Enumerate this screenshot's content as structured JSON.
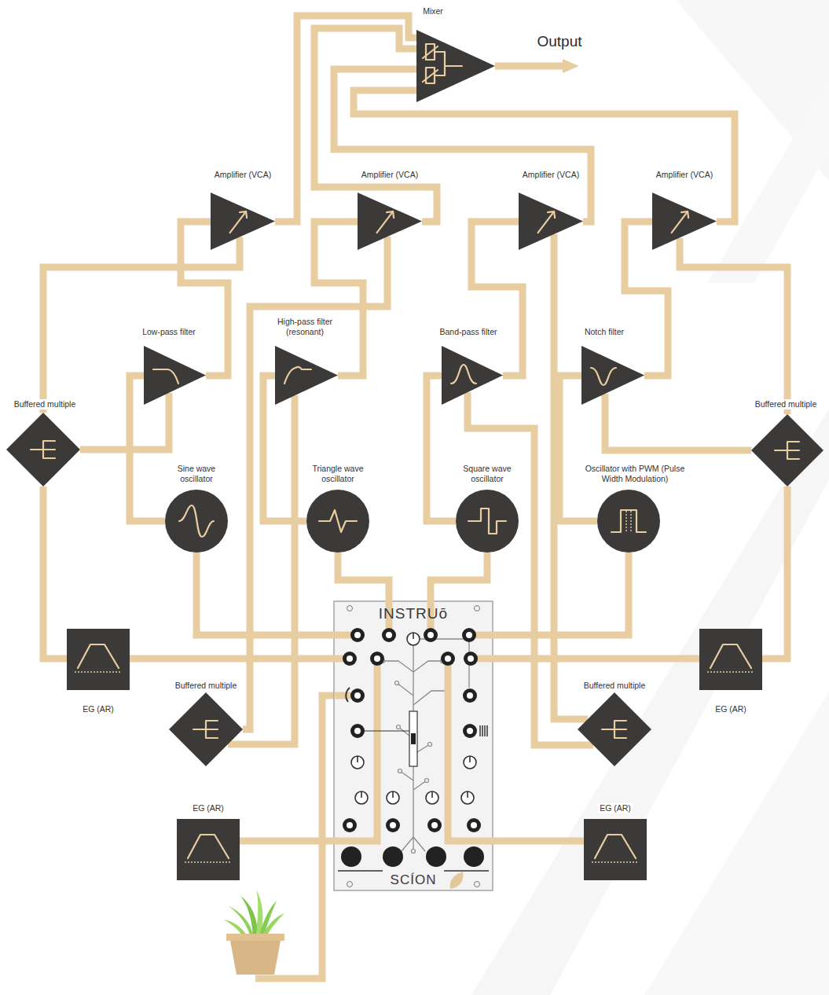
{
  "diagram": {
    "nodes": [
      {
        "text": [
          "Mixer"
        ]
      },
      {
        "text": [
          "Amplifier (VCA)"
        ]
      },
      {
        "text": [
          "Amplifier (VCA)"
        ]
      },
      {
        "text": [
          "Amplifier (VCA)"
        ]
      },
      {
        "text": [
          "Amplifier (VCA)"
        ]
      },
      {
        "text": [
          "Low-pass filter"
        ]
      },
      {
        "text": [
          "High-pass filter (resonant)"
        ]
      },
      {
        "text": [
          "Band-pass filter"
        ]
      },
      {
        "text": [
          "Notch filter"
        ]
      },
      {
        "text": [
          "Buffered multiple"
        ]
      },
      {
        "text": [
          "Buffered multiple"
        ]
      },
      {
        "text": [
          "Sine wave oscillator"
        ]
      },
      {
        "text": [
          "Triangle wave oscillator"
        ]
      },
      {
        "text": [
          "Square wave oscillator"
        ]
      },
      {
        "text": [
          "Oscillator with PWM (Pulse Width Modulation)"
        ]
      },
      {
        "text": [
          "INSTRUō",
          "SCÍON"
        ]
      },
      {
        "text": [
          "EG (AR)"
        ]
      },
      {
        "text": [
          "EG (AR)"
        ]
      },
      {
        "text": [
          "Buffered multiple"
        ]
      },
      {
        "text": [
          "Buffered multiple"
        ]
      },
      {
        "text": [
          "EG (AR)"
        ]
      },
      {
        "text": [
          "EG (AR)"
        ]
      }
    ],
    "edges": [
      {
        "from": 1,
        "to": 0,
        "arrow": "none"
      },
      {
        "from": 2,
        "to": 0,
        "arrow": "none"
      },
      {
        "from": 3,
        "to": 0,
        "arrow": "none"
      },
      {
        "from": 4,
        "to": 0,
        "arrow": "none"
      },
      {
        "from": 5,
        "to": 1,
        "arrow": "none"
      },
      {
        "from": 6,
        "to": 2,
        "arrow": "none"
      },
      {
        "from": 7,
        "to": 3,
        "arrow": "none"
      },
      {
        "from": 8,
        "to": 4,
        "arrow": "none"
      },
      {
        "from": 11,
        "to": 5,
        "arrow": "none"
      },
      {
        "from": 12,
        "to": 6,
        "arrow": "none"
      },
      {
        "from": 13,
        "to": 7,
        "arrow": "none"
      },
      {
        "from": 14,
        "to": 8,
        "arrow": "none"
      },
      {
        "from": 11,
        "to": 15,
        "arrow": "none"
      },
      {
        "from": 12,
        "to": 15,
        "arrow": "none"
      },
      {
        "from": 13,
        "to": 15,
        "arrow": "none"
      },
      {
        "from": 14,
        "to": 15,
        "arrow": "none"
      },
      {
        "from": 15,
        "to": 16,
        "arrow": "none"
      },
      {
        "from": 16,
        "to": 9,
        "arrow": "none"
      },
      {
        "from": 9,
        "to": 5,
        "arrow": "none"
      },
      {
        "from": 9,
        "to": 1,
        "arrow": "none"
      },
      {
        "from": 15,
        "to": 17,
        "arrow": "none"
      },
      {
        "from": 17,
        "to": 10,
        "arrow": "none"
      },
      {
        "from": 10,
        "to": 8,
        "arrow": "none"
      },
      {
        "from": 10,
        "to": 4,
        "arrow": "none"
      },
      {
        "from": 15,
        "to": 20,
        "arrow": "none"
      },
      {
        "from": 18,
        "to": 6,
        "arrow": "none"
      },
      {
        "from": 18,
        "to": 2,
        "arrow": "none"
      },
      {
        "from": 15,
        "to": 21,
        "arrow": "none"
      },
      {
        "from": 19,
        "to": 7,
        "arrow": "none"
      },
      {
        "from": 19,
        "to": 3,
        "arrow": "none"
      }
    ],
    "labels": [
      "Output"
    ]
  }
}
